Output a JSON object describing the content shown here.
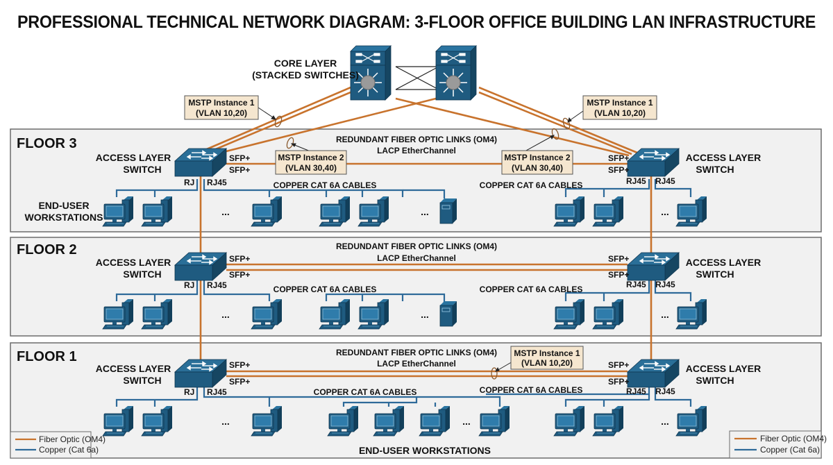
{
  "title": "PROFESSIONAL TECHNICAL NETWORK DIAGRAM: 3-FLOOR OFFICE BUILDING LAN INFRASTRUCTURE",
  "colors": {
    "fiber": "#c8732d",
    "copper": "#2e6a99",
    "device": "#1f5b80",
    "device_dark": "#164662",
    "floor_bg": "#f1f1f1",
    "floor_border": "#6b6b6b",
    "callout_bg": "#f5e6cf"
  },
  "core": {
    "label_line1": "CORE LAYER",
    "label_line2": "(STACKED SWITCHES)",
    "icon": "multilayer-switch-icon"
  },
  "floors": [
    {
      "name": "FLOOR 3",
      "left_switch": {
        "line1": "ACCESS LAYER",
        "line2": "SWITCH",
        "sfp_top": "SFP+",
        "sfp_bottom": "SFP+",
        "rj_left": "RJ",
        "rj_right": "RJ45"
      },
      "right_switch": {
        "line1": "ACCESS LAYER",
        "line2": "SWITCH",
        "sfp_top": "SFP+",
        "sfp_bottom": "SFP+",
        "rj_left": "RJ45",
        "rj_right": "RJ45"
      },
      "link_line1": "REDUNDANT FIBER OPTIC LINKS (OM4)",
      "link_line2": "LACP EtherChannel",
      "copper_left": "COPPER CAT 6A CABLES",
      "copper_right": "COPPER CAT 6A CABLES",
      "workstations_label_line1": "END-USER",
      "workstations_label_line2": "WORKSTATIONS",
      "ellipsis": "..."
    },
    {
      "name": "FLOOR 2",
      "left_switch": {
        "line1": "ACCESS LAYER",
        "line2": "SWITCH",
        "sfp_top": "SFP+",
        "sfp_bottom": "SFP+",
        "rj_left": "RJ",
        "rj_right": "RJ45"
      },
      "right_switch": {
        "line1": "ACCESS LAYER",
        "line2": "SWITCH",
        "sfp_top": "SFP+",
        "sfp_bottom": "SFP+",
        "rj_left": "RJ45",
        "rj_right": "RJ45"
      },
      "link_line1": "REDUNDANT FIBER OPTIC LINKS (OM4)",
      "link_line2": "LACP EtherChannel",
      "copper_left": "COPPER CAT 6A CABLES",
      "copper_right": "COPPER CAT 6A CABLES",
      "ellipsis": "..."
    },
    {
      "name": "FLOOR 1",
      "left_switch": {
        "line1": "ACCESS LAYER",
        "line2": "SWITCH",
        "sfp_top": "SFP+",
        "sfp_bottom": "SFP+",
        "rj_left": "RJ",
        "rj_right": "RJ45"
      },
      "right_switch": {
        "line1": "ACCESS LAYER",
        "line2": "SWITCH",
        "sfp_top": "SFP+",
        "sfp_bottom": "SFP+",
        "rj_left": "RJ45",
        "rj_right": "RJ45"
      },
      "link_line1": "REDUNDANT FIBER OPTIC LINKS (OM4)",
      "link_line2": "LACP EtherChannel",
      "copper_left": "COPPER CAT 6A CABLES",
      "copper_right": "COPPER CAT 6A CABLES",
      "bottom_label": "END-USER WORKSTATIONS",
      "ellipsis": "..."
    }
  ],
  "callouts": {
    "mstp1_left": {
      "line1": "MSTP Instance 1",
      "line2": "(VLAN 10,20)"
    },
    "mstp1_right": {
      "line1": "MSTP Instance 1",
      "line2": "(VLAN 10,20)"
    },
    "mstp2_left": {
      "line1": "MSTP Instance 2",
      "line2": "(VLAN 30,40)"
    },
    "mstp2_right": {
      "line1": "MSTP Instance 2",
      "line2": "(VLAN 30,40)"
    },
    "mstp1_floor1": {
      "line1": "MSTP Instance 1",
      "line2": "(VLAN 10,20)"
    }
  },
  "legend": {
    "fiber_label": "Fiber Optic (OM4)",
    "copper_label": "Copper (Cat 6a)"
  }
}
